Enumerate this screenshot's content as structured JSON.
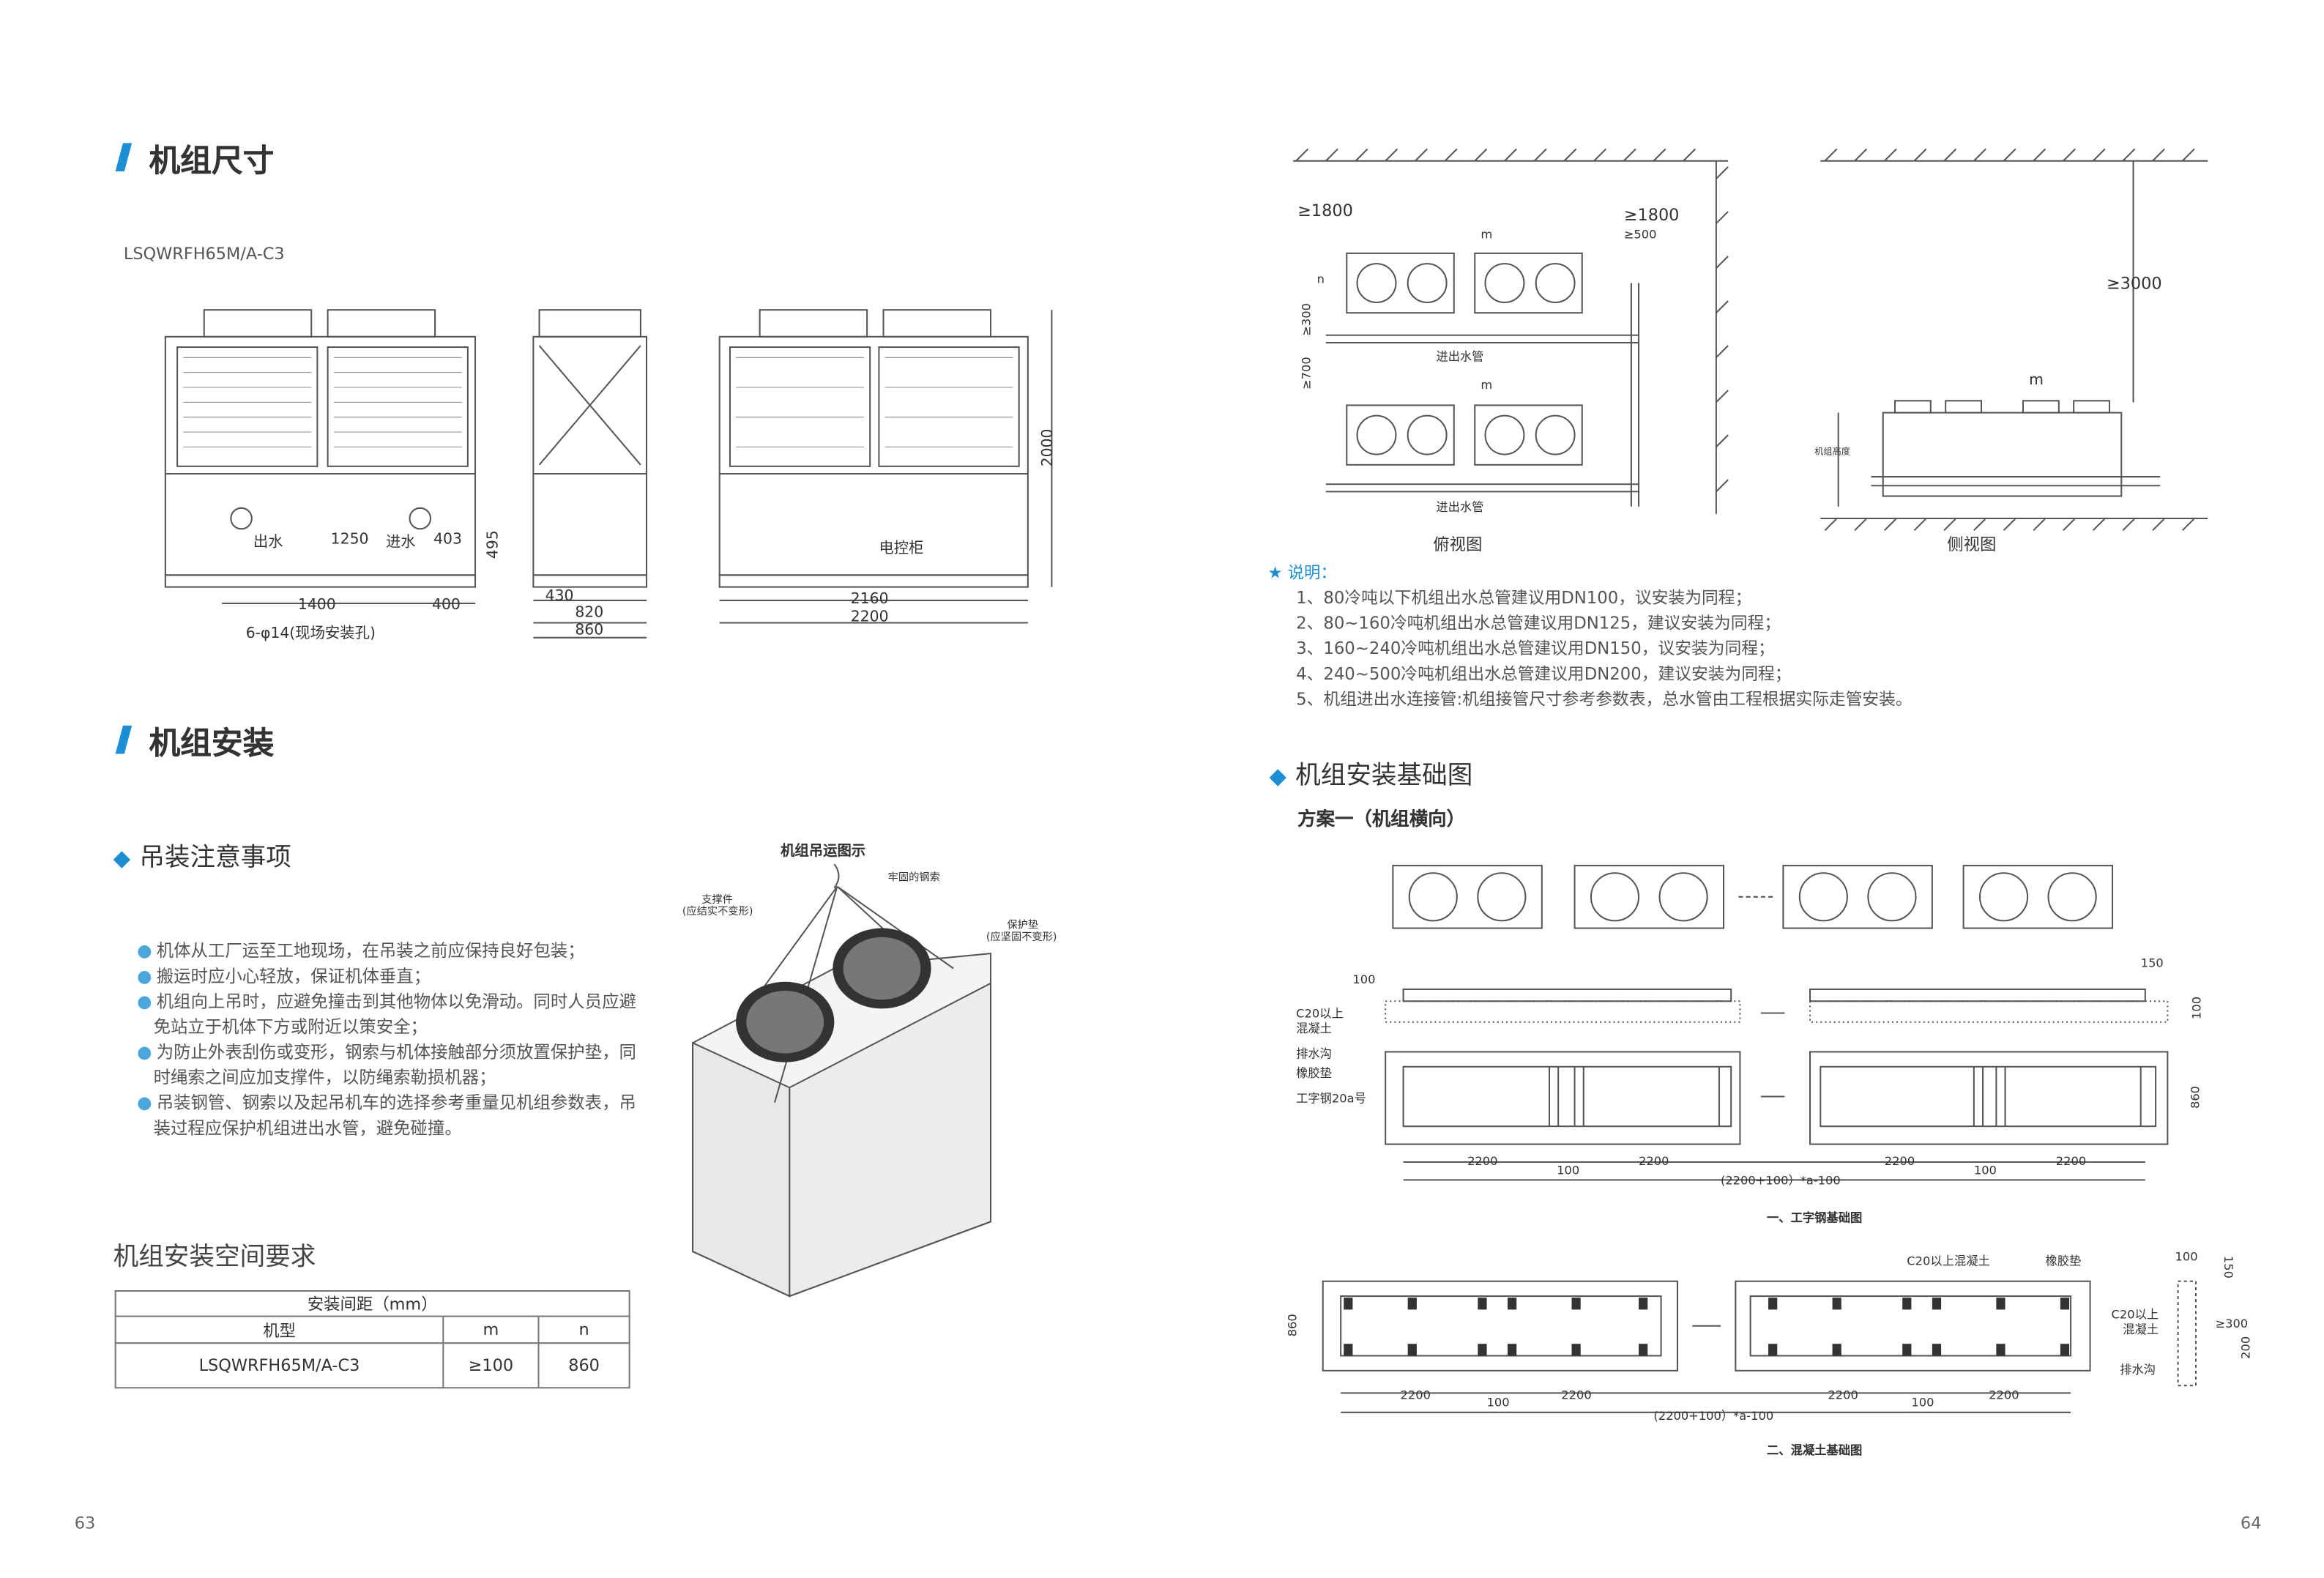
{
  "left": {
    "section1_title": "机组尺寸",
    "model": "LSQWRFH65M/A-C3",
    "dims": {
      "out": "出水",
      "in": "进水",
      "d1250": "1250",
      "d403": "403",
      "d495": "495",
      "d1400": "1400",
      "d400": "400",
      "holes": "6-φ14(现场安装孔)",
      "d430": "430",
      "d820": "820",
      "d860": "860",
      "d2000": "2000",
      "d2160": "2160",
      "d2200": "2200",
      "cabinet": "电控柜"
    },
    "section2_title": "机组安装",
    "lift_title": "吊装注意事项",
    "lift_notes": [
      "机体从工厂运至工地现场，在吊装之前应保持良好包装；",
      "搬运时应小心轻放，保证机体垂直；",
      "机组向上吊时，应避免撞击到其他物体以免滑动。同时人员应避免站立于机体下方或附近以策安全；",
      "为防止外表刮伤或变形，钢索与机体接触部分须放置保护垫，同时绳索之间应加支撑件，以防绳索勒损机器；",
      "吊装钢管、钢索以及起吊机车的选择参考重量见机组参数表，吊装过程应保护机组进出水管，避免碰撞。"
    ],
    "lift_fig": {
      "title": "机组吊运图示",
      "rope": "牢固的钢索",
      "support": "支撑件",
      "support_note": "(应结实不变形)",
      "pad": "保护垫",
      "pad_note": "(应坚固不变形)"
    },
    "space_title": "机组安装空间要求",
    "space_table": {
      "header": "安装间距（mm）",
      "cols": [
        "机型",
        "m",
        "n"
      ],
      "rows": [
        [
          "LSQWRFH65M/A-C3",
          "≥100",
          "860"
        ]
      ]
    },
    "page": "63"
  },
  "right": {
    "top": {
      "ge1800a": "≥1800",
      "ge1800b": "≥1800",
      "ge500": "≥500",
      "ge300": "≥300",
      "ge700": "≥700",
      "n": "n",
      "m": "m",
      "pipe": "进出水管",
      "top_view": "俯视图",
      "ge3000": "≥3000",
      "unit_h": "机组高度",
      "side_view": "侧视图"
    },
    "notes_title": "说明：",
    "notes": [
      "1、80冷吨以下机组出水总管建议用DN100，议安装为同程；",
      "2、80~160冷吨机组出水总管建议用DN125，建议安装为同程；",
      "3、160~240冷吨机组出水总管建议用DN150，议安装为同程；",
      "4、240~500冷吨机组出水总管建议用DN200，建议安装为同程；",
      "5、机组进出水连接管:机组接管尺寸参考参数表，总水管由工程根据实际走管安装。"
    ],
    "found_title": "机组安装基础图",
    "scheme": "方案一（机组横向）",
    "steel": {
      "d100": "100",
      "d150": "150",
      "c20": "C20以上混凝土",
      "drain": "排水沟",
      "rubber": "橡胶垫",
      "ibeam": "工字钢20a号",
      "d860": "860",
      "d2200": "2200",
      "d100b": "100",
      "formula": "(2200+100）*a-100",
      "caption": "一、工字钢基础图"
    },
    "concrete": {
      "c20": "C20以上混凝土",
      "rubber": "橡胶垫",
      "d100": "100",
      "d150": "150",
      "d300": "≥300",
      "d200": "200",
      "drain": "排水沟",
      "c20b": "C20以上混凝土",
      "d860": "860",
      "d2200": "2200",
      "d100b": "100",
      "formula": "(2200+100）*a-100",
      "caption": "二、混凝土基础图"
    },
    "page": "64"
  },
  "colors": {
    "accent": "#1a8fd6"
  }
}
